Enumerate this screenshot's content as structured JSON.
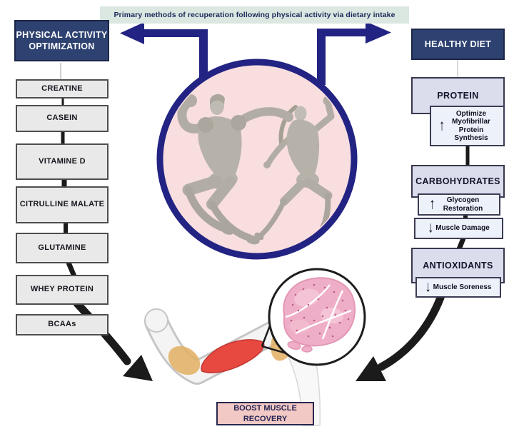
{
  "banner": {
    "text": "Primary methods of recuperation following physical activity via dietary intake"
  },
  "left_column": {
    "header": "PHYSICAL ACTIVITY OPTIMIZATION",
    "items": [
      "CREATINE",
      "CASEIN",
      "VITAMINE D",
      "CITRULLINE MALATE",
      "GLUTAMINE",
      "WHEY PROTEIN",
      "BCAAs"
    ]
  },
  "right_column": {
    "header": "HEALTHY DIET",
    "protein": {
      "title": "PROTEIN",
      "effect_text": "Optimize Myofibrillar Protein Synthesis"
    },
    "carbohydrates": {
      "title": "CARBOHYDRATES",
      "glycogen_text": "Glycogen Restoration",
      "damage_text": "Muscle Damage"
    },
    "antioxidants": {
      "title": "ANTIOXIDANTS",
      "soreness_text": "Muscle Soreness"
    }
  },
  "outcome": {
    "text": "BOOST MUSCLE RECOVERY"
  },
  "icons": {
    "up_arrow": "↑",
    "down_arrow": "↓"
  },
  "colors": {
    "header_navy": "#2e4271",
    "arrow_indigo": "#232384",
    "banner_bg": "#dbe7e1",
    "gray_box_bg": "#e9e9e9",
    "lavender_box_bg": "#dbdcec",
    "sub_box_bg": "#edf1fa",
    "circle_fill": "#f8dede",
    "boost_bg": "#f2c9c4",
    "muscle_red": "#e74840",
    "tendon_tan": "#e2af62",
    "tissue_pink": "#efaec7",
    "black_arrow": "#1b1b1b"
  }
}
